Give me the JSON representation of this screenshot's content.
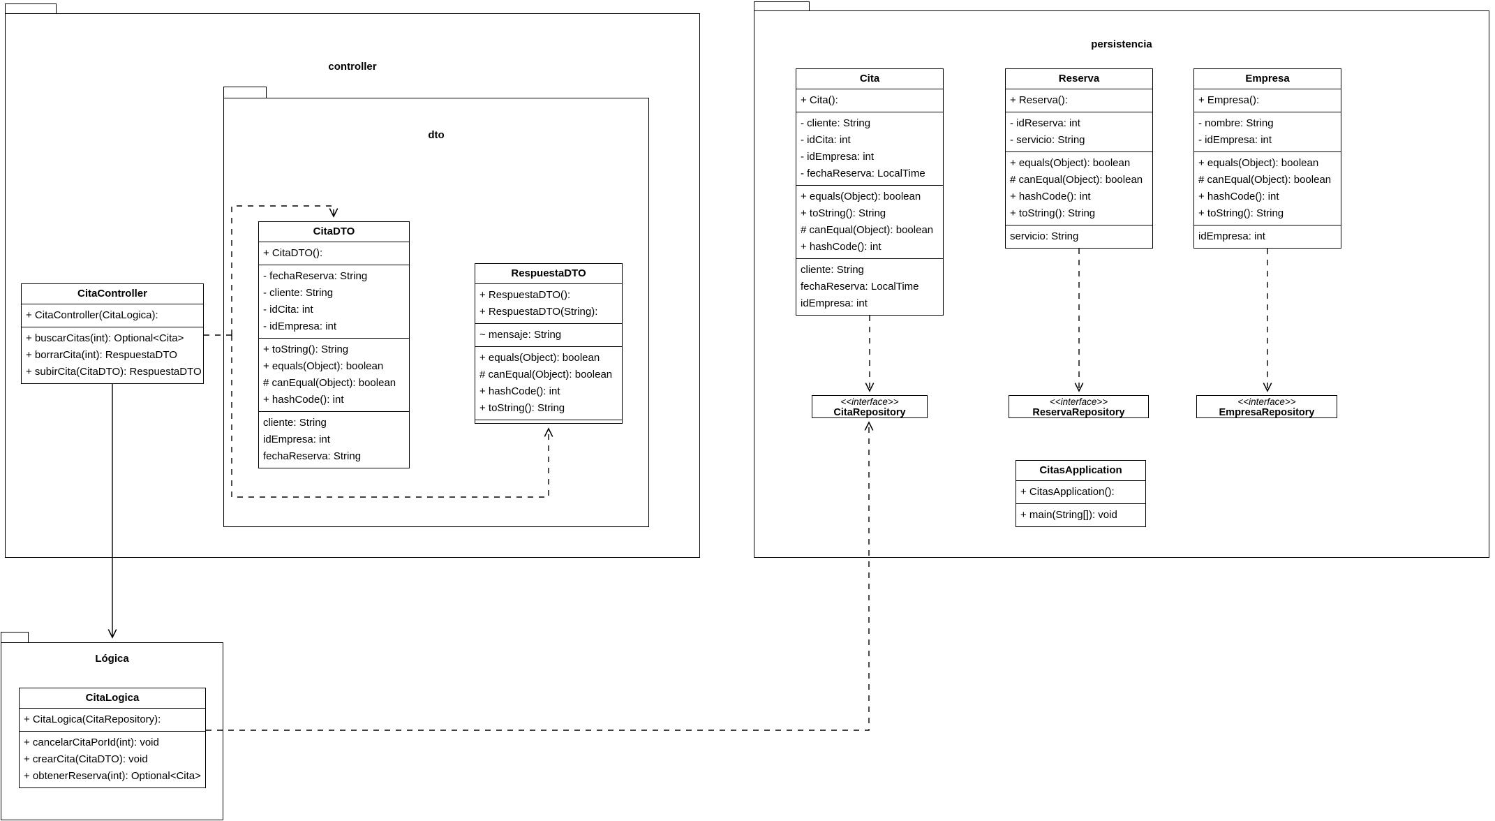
{
  "packages": [
    {
      "name": "controller"
    },
    {
      "name": "dto"
    },
    {
      "name": "persistencia"
    },
    {
      "name": "Lógica"
    }
  ],
  "classes": [
    {
      "id": "CitaController",
      "title": "CitaController",
      "sections": [
        [
          "+ CitaController(CitaLogica):"
        ],
        [
          "+ buscarCitas(int): Optional<Cita>",
          "+ borrarCita(int): RespuestaDTO",
          "+ subirCita(CitaDTO): RespuestaDTO"
        ]
      ]
    },
    {
      "id": "CitaDTO",
      "title": "CitaDTO",
      "sections": [
        [
          "+ CitaDTO():"
        ],
        [
          "- fechaReserva: String",
          "- cliente: String",
          "- idCita: int",
          "- idEmpresa: int"
        ],
        [
          "+ toString(): String",
          "+ equals(Object): boolean",
          "# canEqual(Object): boolean",
          "+ hashCode(): int"
        ],
        [
          "cliente: String",
          "idEmpresa: int",
          "fechaReserva: String"
        ]
      ]
    },
    {
      "id": "RespuestaDTO",
      "title": "RespuestaDTO",
      "sections": [
        [
          "+ RespuestaDTO():",
          "+ RespuestaDTO(String):"
        ],
        [
          "~ mensaje: String"
        ],
        [
          "+ equals(Object): boolean",
          "# canEqual(Object): boolean",
          "+ hashCode(): int",
          "+ toString(): String"
        ],
        []
      ]
    },
    {
      "id": "Cita",
      "title": "Cita",
      "sections": [
        [
          "+ Cita():"
        ],
        [
          "- cliente: String",
          "- idCita: int",
          "- idEmpresa: int",
          "- fechaReserva: LocalTime"
        ],
        [
          "+ equals(Object): boolean",
          "+ toString(): String",
          "# canEqual(Object): boolean",
          "+ hashCode(): int"
        ],
        [
          "cliente: String",
          "fechaReserva: LocalTime",
          "idEmpresa: int"
        ]
      ]
    },
    {
      "id": "Reserva",
      "title": "Reserva",
      "sections": [
        [
          "+ Reserva():"
        ],
        [
          "- idReserva: int",
          "- servicio: String"
        ],
        [
          "+ equals(Object): boolean",
          "# canEqual(Object): boolean",
          "+ hashCode(): int",
          "+ toString(): String"
        ],
        [
          "servicio: String"
        ]
      ]
    },
    {
      "id": "Empresa",
      "title": "Empresa",
      "sections": [
        [
          "+ Empresa():"
        ],
        [
          "- nombre: String",
          "- idEmpresa: int"
        ],
        [
          "+ equals(Object): boolean",
          "# canEqual(Object): boolean",
          "+ hashCode(): int",
          "+ toString(): String"
        ],
        [
          "idEmpresa: int"
        ]
      ]
    },
    {
      "id": "CitasApplication",
      "title": "CitasApplication",
      "sections": [
        [
          "+ CitasApplication():"
        ],
        [
          "+ main(String[]): void"
        ]
      ]
    },
    {
      "id": "CitaLogica",
      "title": "CitaLogica",
      "sections": [
        [
          "+ CitaLogica(CitaRepository):"
        ],
        [
          "+ cancelarCitaPorId(int): void",
          "+ crearCita(CitaDTO): void",
          "+ obtenerReserva(int): Optional<Cita>"
        ]
      ]
    }
  ],
  "interfaces": [
    {
      "id": "CitaRepository",
      "stereotype": "<<interface>>",
      "name": "CitaRepository"
    },
    {
      "id": "ReservaRepository",
      "stereotype": "<<interface>>",
      "name": "ReservaRepository"
    },
    {
      "id": "EmpresaRepository",
      "stereotype": "<<interface>>",
      "name": "EmpresaRepository"
    }
  ],
  "connectors": [
    {
      "from": "CitaController",
      "to": "CitaLogica",
      "style": "solid",
      "arrow": "open"
    },
    {
      "from": "CitaController",
      "to": "CitaDTO",
      "style": "dashed",
      "arrow": "open"
    },
    {
      "from": "CitaController",
      "to": "RespuestaDTO",
      "style": "dashed",
      "arrow": "open"
    },
    {
      "from": "CitaLogica",
      "to": "CitaRepository",
      "style": "dashed",
      "arrow": "open"
    },
    {
      "from": "Cita",
      "to": "CitaRepository",
      "style": "dashed",
      "arrow": "open"
    },
    {
      "from": "Reserva",
      "to": "ReservaRepository",
      "style": "dashed",
      "arrow": "open"
    },
    {
      "from": "Empresa",
      "to": "EmpresaRepository",
      "style": "dashed",
      "arrow": "open"
    }
  ],
  "colors": {
    "stroke": "#000000",
    "fill": "#ffffff",
    "background": "#ffffff"
  }
}
